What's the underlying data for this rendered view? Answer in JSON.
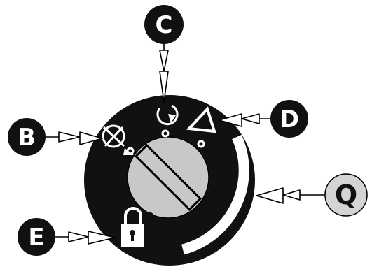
{
  "diagram": {
    "callouts": [
      {
        "id": "C",
        "label": "C",
        "meaning": ""
      },
      {
        "id": "D",
        "label": "D",
        "meaning": ""
      },
      {
        "id": "B",
        "label": "B",
        "meaning": ""
      },
      {
        "id": "Q",
        "label": "Q",
        "meaning": ""
      },
      {
        "id": "E",
        "label": "E",
        "meaning": ""
      }
    ],
    "symbols": [
      "rotate-cycle-icon",
      "triangle-arrow-icon",
      "target-wheel-icon",
      "padlock-icon"
    ],
    "colors": {
      "dial": "#111111",
      "knob": "#c8c8c8",
      "highlight_badge": "#d4d4d4",
      "badge": "#111111",
      "badge_text_dark": "#ffffff",
      "badge_text_light": "#111111",
      "arc": "#ffffff"
    }
  }
}
